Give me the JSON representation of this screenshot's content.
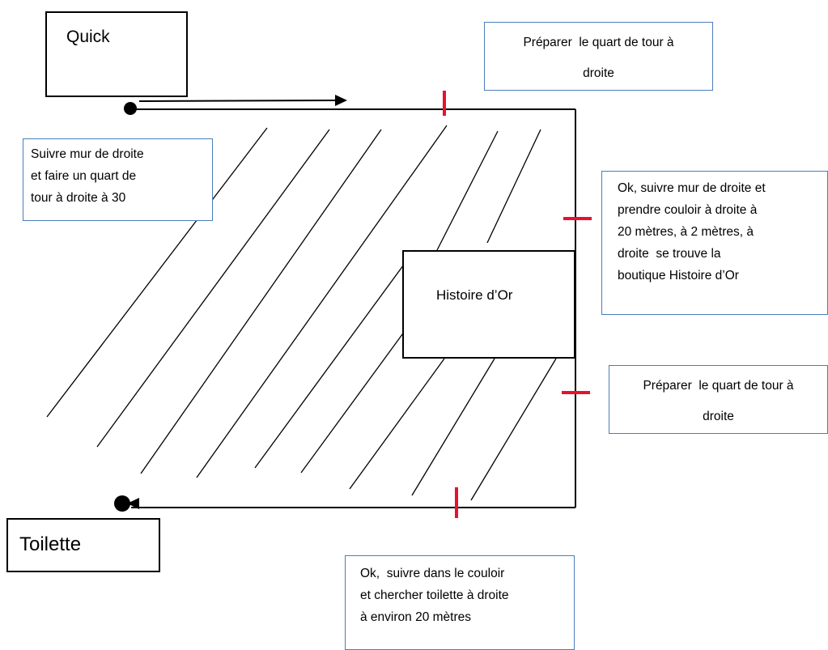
{
  "places": {
    "quick": "Quick",
    "toilette": "Toilette",
    "histoire_or": "Histoire d’Or"
  },
  "notes": {
    "quart_1": [
      "Préparer  le quart de tour à",
      "droite"
    ],
    "quick_instructions": [
      "Suivre mur de droite",
      "et faire un quart de",
      "tour à droite à 30"
    ],
    "histoire_instructions": [
      "Ok, suivre mur de droite et",
      "prendre couloir à droite à",
      "20 mètres, à 2 mètres, à",
      "droite  se trouve la",
      "boutique Histoire d’Or"
    ],
    "quart_2": [
      "Préparer  le quart de tour à",
      "droite"
    ],
    "couloir_instructions": [
      "Ok,  suivre dans le couloir",
      "et chercher toilette à droite",
      "à environ 20 mètres"
    ]
  },
  "colors": {
    "lines": "#000000",
    "markers": "#e8112d",
    "note_border": "#4a7ebb"
  }
}
